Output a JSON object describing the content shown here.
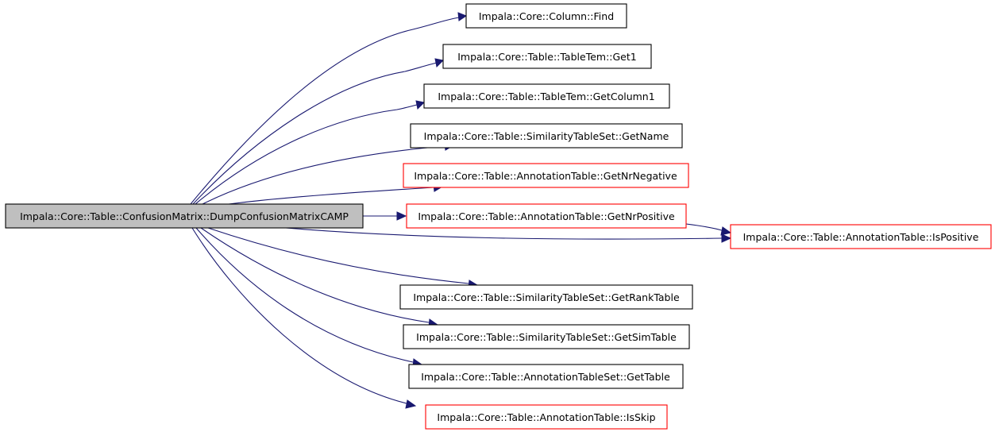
{
  "diagram": {
    "root": {
      "label": "Impala::Core::Table::ConfusionMatrix::DumpConfusionMatrixCAMP",
      "fill": "#bfbfbf",
      "border": "#000000"
    },
    "callees": [
      {
        "label": "Impala::Core::Column::Find",
        "border": "#000000"
      },
      {
        "label": "Impala::Core::Table::TableTem::Get1",
        "border": "#000000"
      },
      {
        "label": "Impala::Core::Table::TableTem::GetColumn1",
        "border": "#000000"
      },
      {
        "label": "Impala::Core::Table::SimilarityTableSet::GetName",
        "border": "#000000"
      },
      {
        "label": "Impala::Core::Table::AnnotationTable::GetNrNegative",
        "border": "#ff0000"
      },
      {
        "label": "Impala::Core::Table::AnnotationTable::GetNrPositive",
        "border": "#ff0000"
      },
      {
        "label": "Impala::Core::Table::AnnotationTable::IsPositive",
        "border": "#ff0000"
      },
      {
        "label": "Impala::Core::Table::SimilarityTableSet::GetRankTable",
        "border": "#000000"
      },
      {
        "label": "Impala::Core::Table::SimilarityTableSet::GetSimTable",
        "border": "#000000"
      },
      {
        "label": "Impala::Core::Table::AnnotationTableSet::GetTable",
        "border": "#000000"
      },
      {
        "label": "Impala::Core::Table::AnnotationTable::IsSkip",
        "border": "#ff0000"
      }
    ],
    "edge_color": "#191970"
  }
}
